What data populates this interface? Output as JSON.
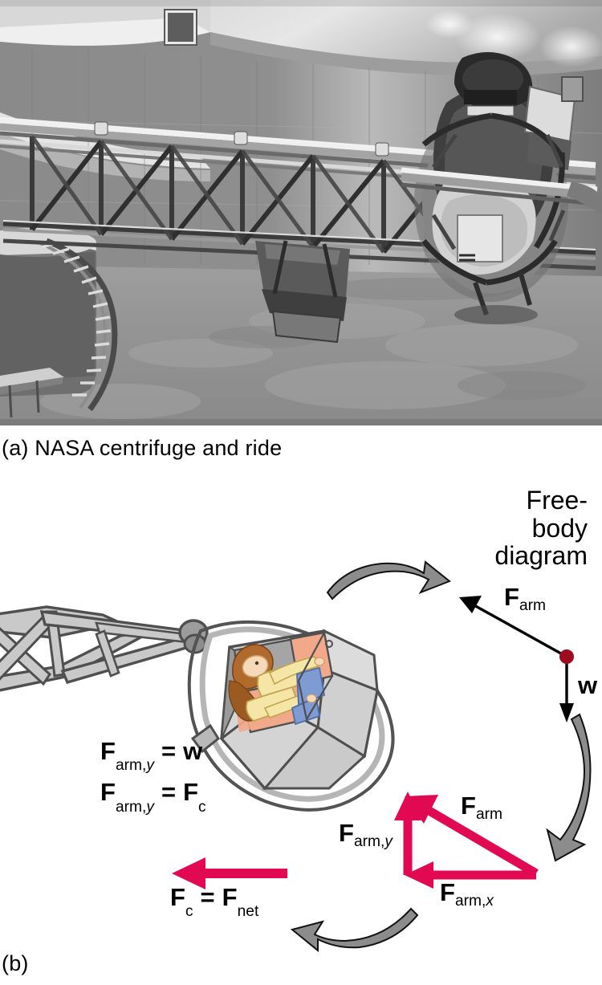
{
  "figure": {
    "panel_a": {
      "label": "(a) NASA centrifuge and ride",
      "kind": "photograph-grayscale",
      "subject": "NASA centrifuge arm with gondola inside a large hall"
    },
    "panel_b": {
      "label": "(b)",
      "kind": "line-diagram"
    }
  },
  "free_body": {
    "title_line1": "Free-",
    "title_line2": "body",
    "title_line3": "diagram",
    "arm_force_label": "F",
    "arm_force_sub": "arm",
    "weight_label": "w",
    "dot_color": "#9E0B1E"
  },
  "triangle": {
    "f_arm_label": "F",
    "f_arm_sub": "arm",
    "f_arm_y_label": "F",
    "f_arm_y_sub": "arm,",
    "f_arm_y_sub_italic": "y",
    "f_arm_x_label": "F",
    "f_arm_x_sub": "arm,",
    "f_arm_x_sub_italic": "x",
    "vector_color": "#E10A52"
  },
  "equations": [
    {
      "lhs": "F",
      "lhs_sub": "arm,",
      "lhs_sub_italic": "y",
      "op": "=",
      "rhs": "w",
      "rhs_sub": "",
      "rhs_sub_italic": ""
    },
    {
      "lhs": "F",
      "lhs_sub": "arm,",
      "lhs_sub_italic": "y",
      "op": "=",
      "rhs": "F",
      "rhs_sub": "c",
      "rhs_sub_italic": ""
    }
  ],
  "net_force": {
    "lhs": "F",
    "lhs_sub": "c",
    "op": "=",
    "rhs": "F",
    "rhs_sub": "net",
    "arrow_direction": "left",
    "arrow_color": "#E10A52"
  },
  "colors": {
    "crimson": "#E10A52",
    "dark_red_dot": "#9E0B1E",
    "arm_gray": "#BFBFBF",
    "arm_outline": "#4F4F4F",
    "gondola_gray": "#D3D3D3",
    "seat_peach": "#F2A98A",
    "shirt_yellow": "#F5E6A8",
    "hair_brown": "#B06A2C",
    "shorts_blue": "#7E9BD4",
    "skin": "#F6D9B8",
    "rotation_arrow_gray": "#8C8C8C",
    "photo_bg": "#8F8F8F"
  },
  "rotation_arrows": [
    {
      "name": "top-arrow",
      "direction": "clockwise-right"
    },
    {
      "name": "right-arrow",
      "direction": "clockwise-down"
    },
    {
      "name": "bottom-arrow",
      "direction": "clockwise-left"
    }
  ]
}
